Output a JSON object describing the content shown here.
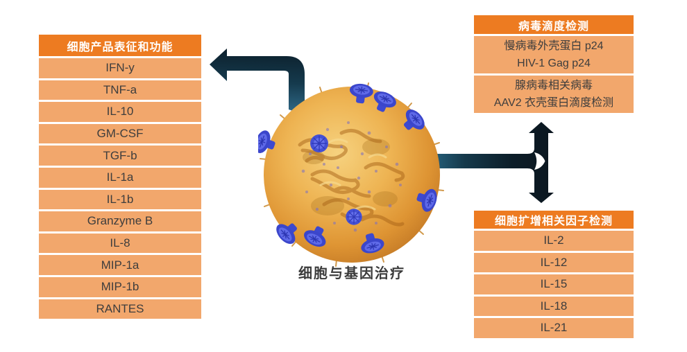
{
  "diagram_title": "细胞与基因治疗",
  "left_table": {
    "header": "细胞产品表征和功能",
    "rows": [
      "IFN-y",
      "TNF-a",
      "IL-10",
      "GM-CSF",
      "TGF-b",
      "IL-1a",
      "IL-1b",
      "Granzyme B",
      "IL-8",
      "MIP-1a",
      "MIP-1b",
      "RANTES"
    ]
  },
  "virus_table": {
    "header": "病毒滴度检测",
    "rows": [
      {
        "line1": "慢病毒外壳蛋白 p24",
        "line2": "HIV-1 Gag p24"
      },
      {
        "line1": "腺病毒相关病毒",
        "line2": "AAV2 衣壳蛋白滴度检测"
      }
    ]
  },
  "expansion_table": {
    "header": "细胞扩增相关因子检测",
    "rows": [
      "IL-2",
      "IL-12",
      "IL-15",
      "IL-18",
      "IL-21"
    ]
  },
  "icons": {
    "left_elbow_arrow": "dark elbow arrow from cell pointing left to characterization table",
    "split_double_arrow": "dark arrow from cell splitting up and down to the two right tables",
    "cell_illustration": "orange lymphocyte cell with blue virus particles"
  },
  "colors": {
    "header_orange": "#ED7B21",
    "row_orange": "#F2A76C",
    "arrow_dark_navy": "#0B1C27",
    "arrow_teal": "#2E7493",
    "row_text": "#3D3D3D"
  }
}
